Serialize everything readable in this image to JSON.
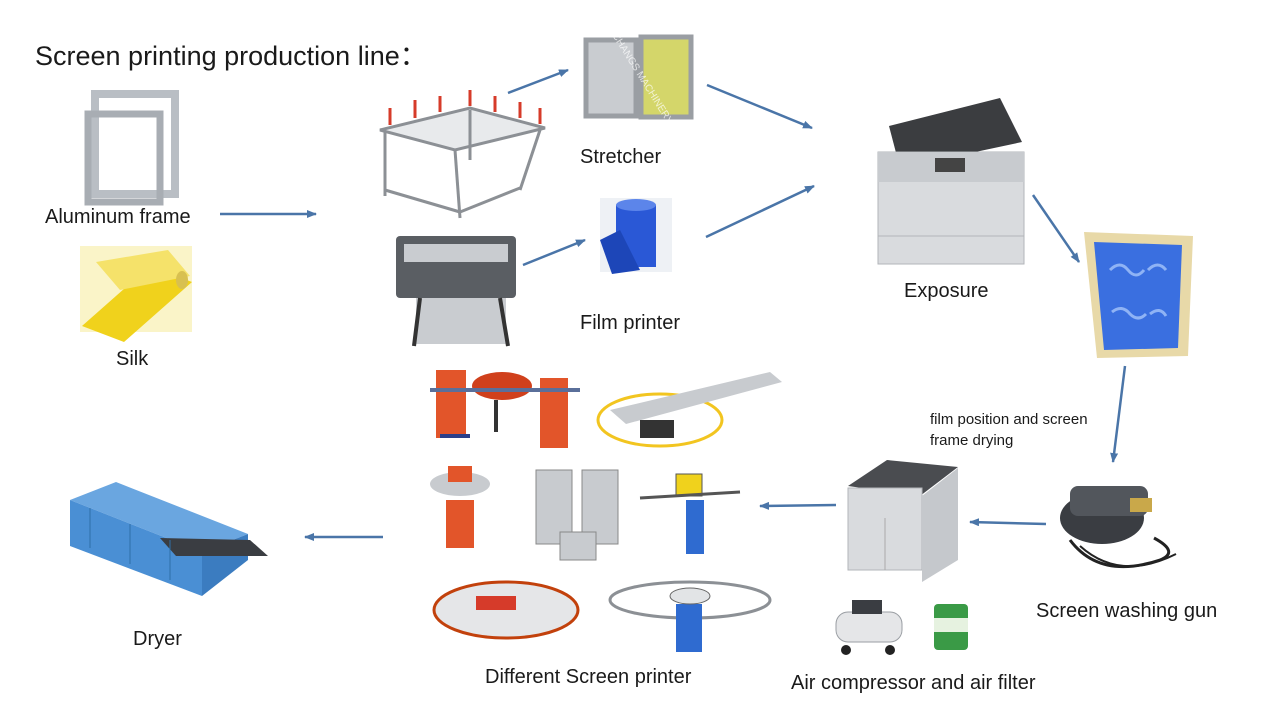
{
  "title": "Screen printing production line：",
  "labels": {
    "aluminum_frame": "Aluminum frame",
    "silk": "Silk",
    "stretcher": "Stretcher",
    "film_printer": "Film printer",
    "exposure": "Exposure",
    "film_position": "film position and screen frame drying",
    "screen_washing_gun": "Screen washing gun",
    "air_compressor": "Air compressor and air filter",
    "different_printer": "Different Screen printer",
    "dryer": "Dryer"
  },
  "watermark": "CHANGS MACHINERY",
  "colors": {
    "arrow": "#4a75a8",
    "frame_metal": "#b9bec4",
    "silk_yellow": "#f0d21c",
    "screen_blue": "#3a6fe0",
    "machine_gray": "#d9dbde",
    "press_orange": "#e2552a",
    "dryer_blue": "#4a8fd4"
  },
  "icons": [
    "aluminum-frame-icon",
    "silk-roll-icon",
    "stretcher-machine-icon",
    "screen-frames-icon",
    "film-printer-icon",
    "film-roll-icon",
    "exposure-machine-icon",
    "exposed-screen-icon",
    "washing-gun-icon",
    "drying-cabinet-icon",
    "air-compressor-icon",
    "air-filter-icon",
    "screen-printer-icon",
    "dryer-icon"
  ]
}
